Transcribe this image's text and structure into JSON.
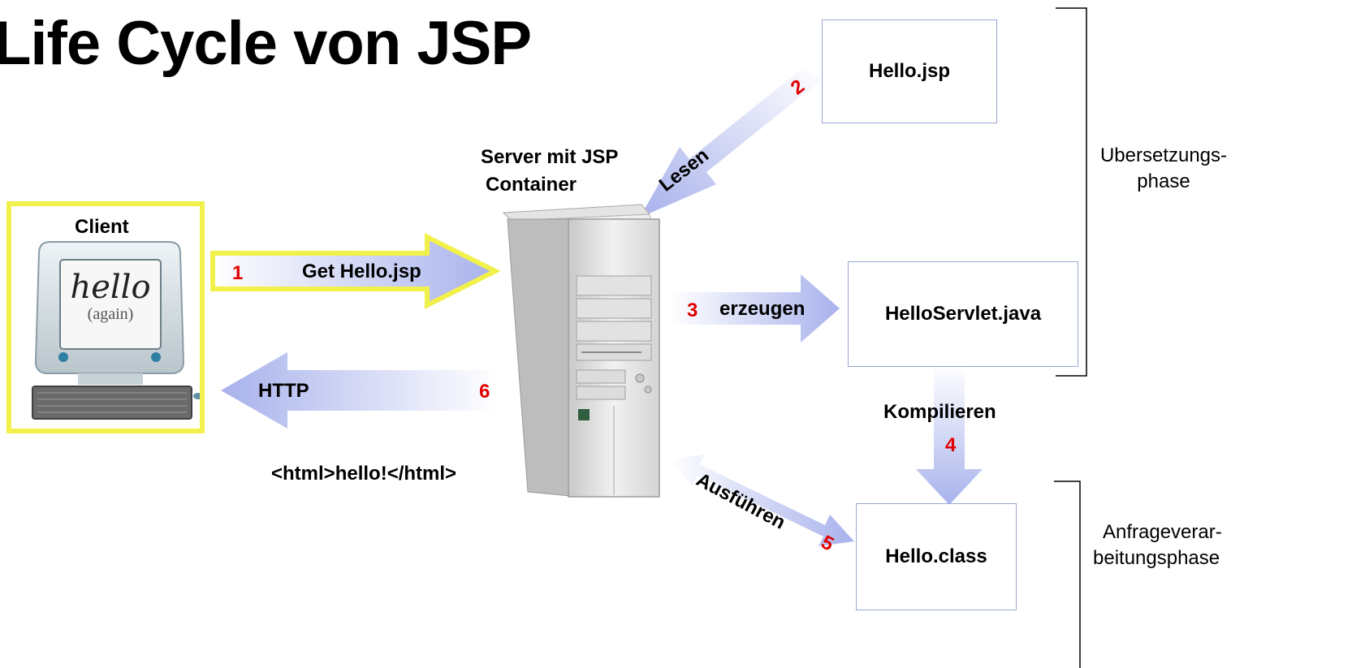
{
  "title": "Life Cycle von JSP",
  "client": {
    "label": "Client",
    "screen_line1": "hello",
    "screen_line2": "(again)"
  },
  "server": {
    "label_line1": "Server mit JSP",
    "label_line2": "Container"
  },
  "files": {
    "jsp": "Hello.jsp",
    "servlet": "HelloServlet.java",
    "class": "Hello.class"
  },
  "steps": [
    {
      "number": "1",
      "label": "Get Hello.jsp"
    },
    {
      "number": "2",
      "label": "Lesen"
    },
    {
      "number": "3",
      "label": "erzeugen"
    },
    {
      "number": "4",
      "label": "Kompilieren"
    },
    {
      "number": "5",
      "label": "Ausführen"
    },
    {
      "number": "6",
      "label": "HTTP"
    }
  ],
  "response_text": "<html>hello!</html>",
  "phases": {
    "translation_line1": "Ubersetzungs-",
    "translation_line2": "phase",
    "request_line1": "Anfrageverar-",
    "request_line2": "beitungsphase"
  },
  "colors": {
    "arrow_fill_start": "#ffffff",
    "arrow_fill_end": "#b8c0ee",
    "arrow_outline": "#f2f04a",
    "box_border": "#9aa6d6",
    "step_number": "#e00000"
  }
}
